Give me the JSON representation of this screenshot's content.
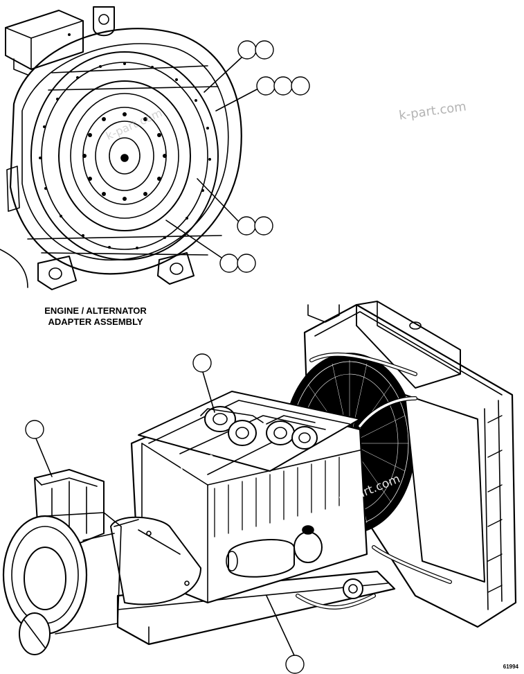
{
  "caption": {
    "line1": "ENGINE / ALTERNATOR",
    "line2": "ADAPTER ASSEMBLY"
  },
  "watermark": "k-part.com",
  "figure_number": "61994",
  "colors": {
    "ink": "#000000",
    "paper": "#ffffff",
    "watermark": "#9a9a9a"
  }
}
